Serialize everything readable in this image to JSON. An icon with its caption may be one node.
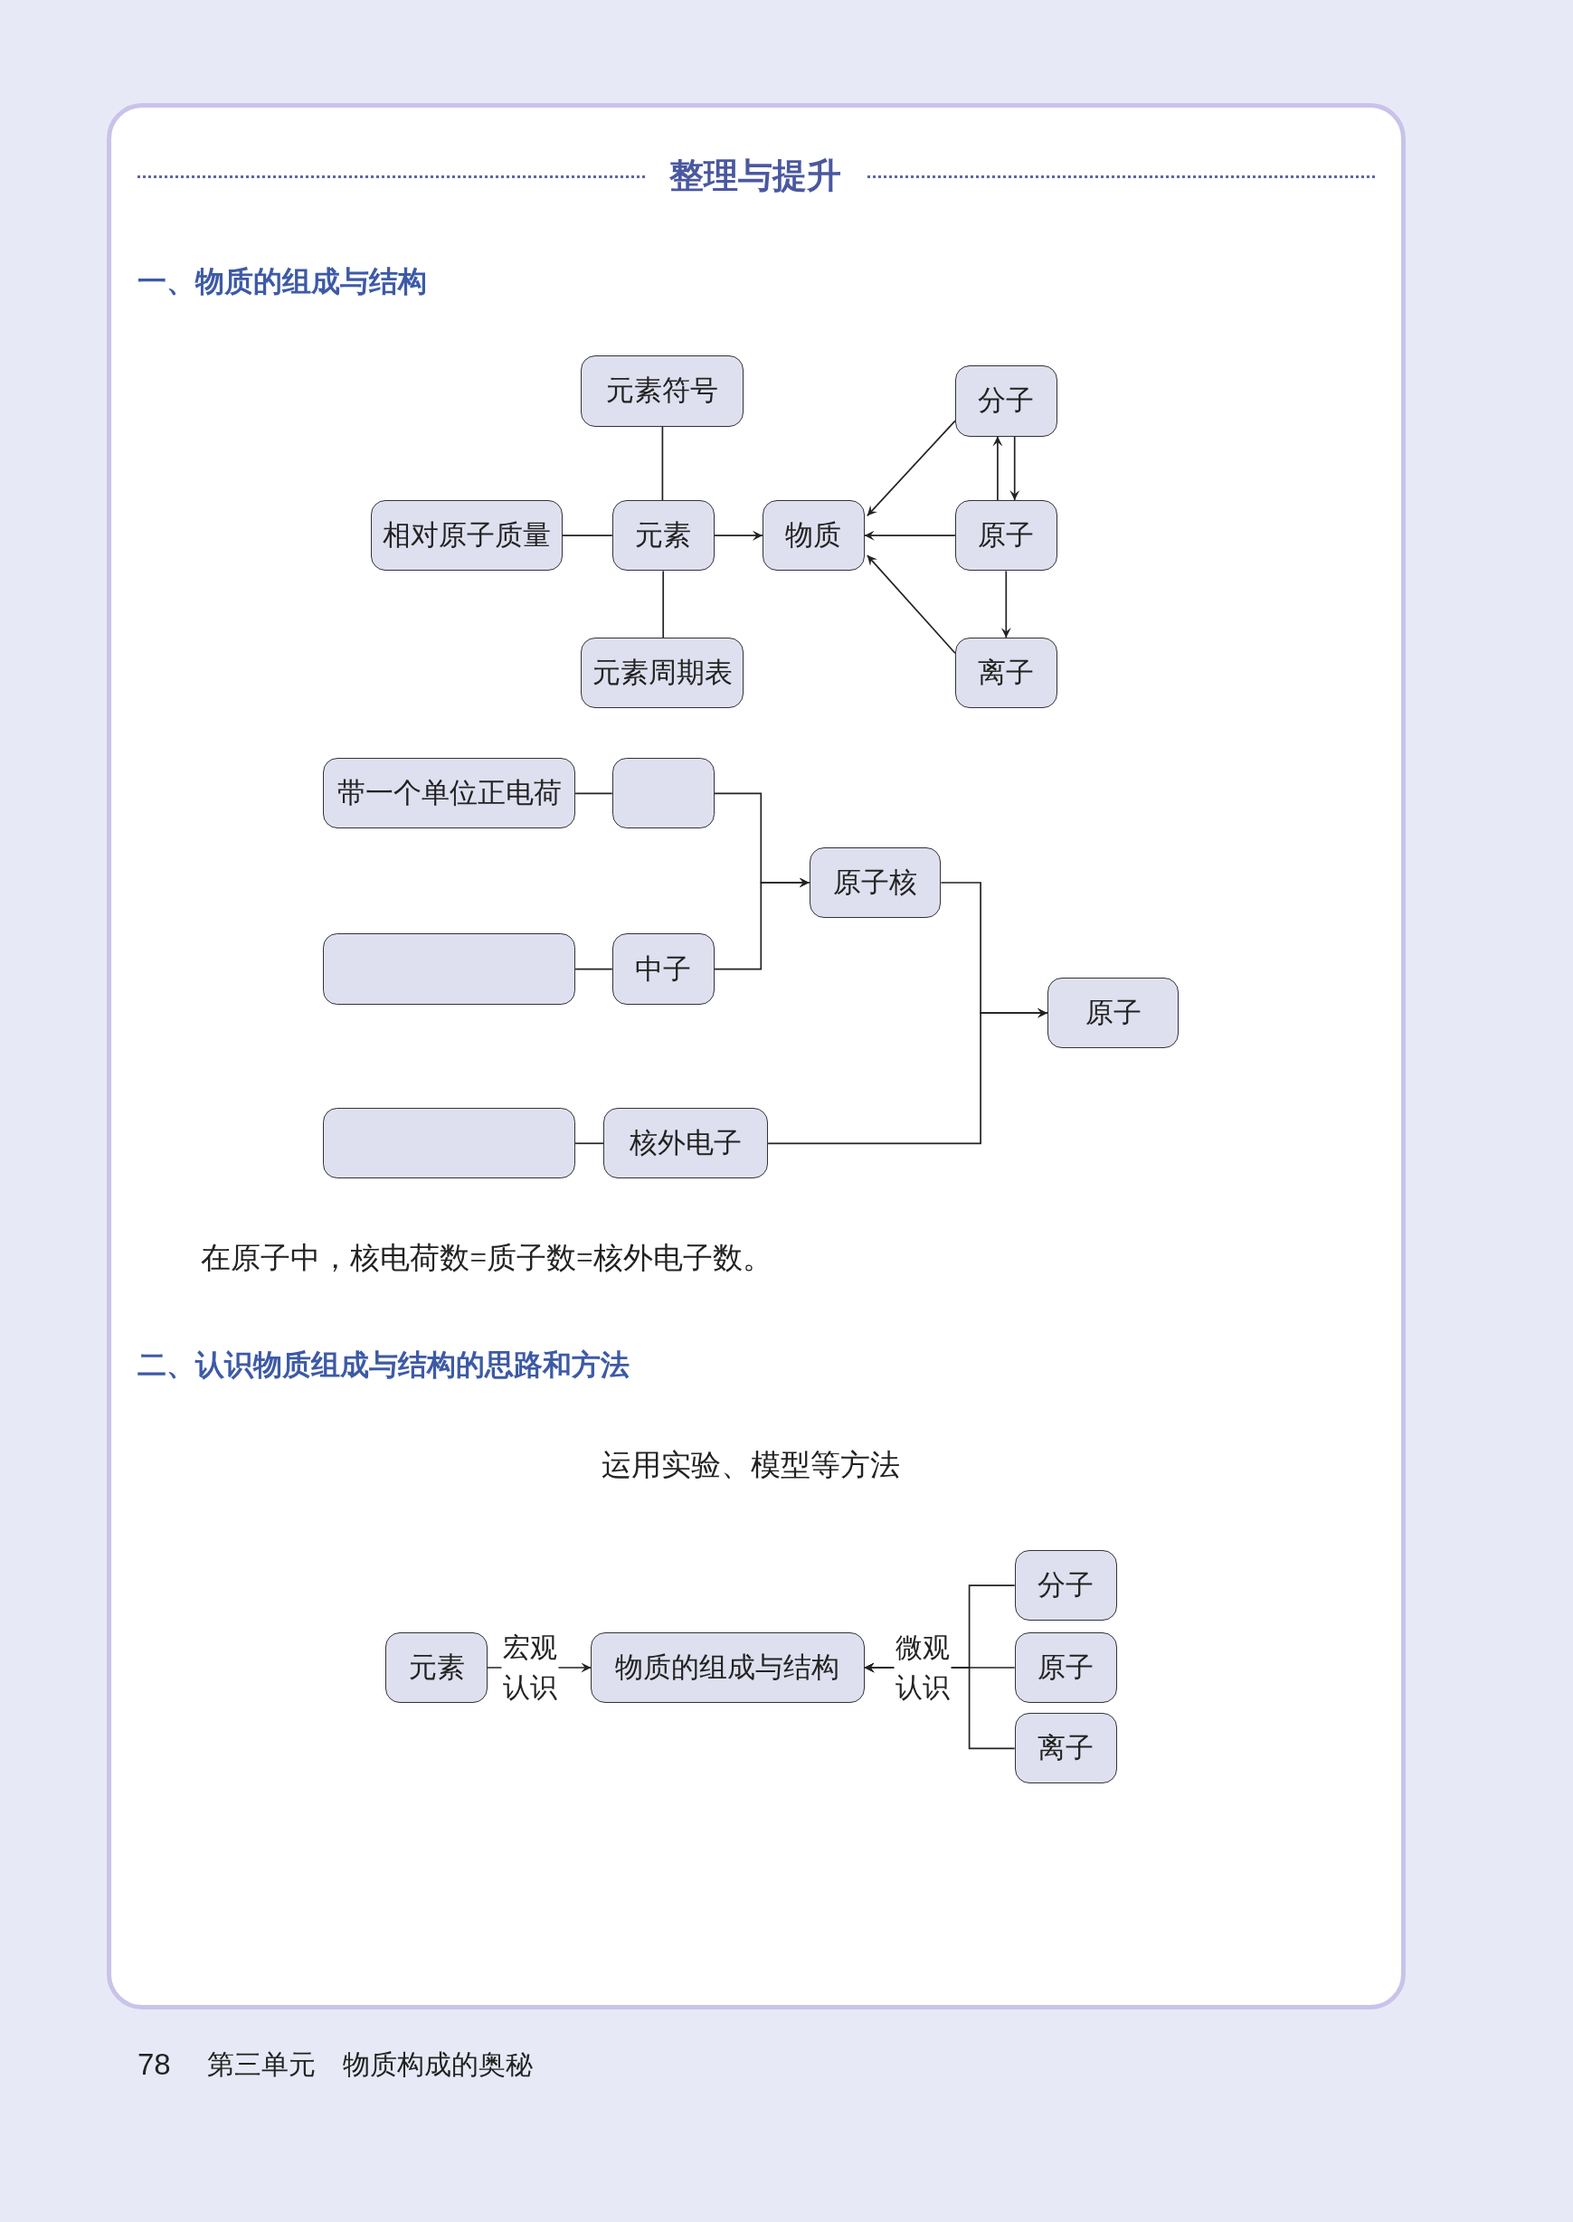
{
  "diagram": {
    "title": "整理与提升",
    "nodes": [
      {
        "text": [
          "元素符号"
        ]
      },
      {
        "text": [
          "分子"
        ]
      },
      {
        "text": [
          "相对原子质量"
        ]
      },
      {
        "text": [
          "元素"
        ]
      },
      {
        "text": [
          "物质"
        ]
      },
      {
        "text": [
          "原子"
        ]
      },
      {
        "text": [
          "元素周期表"
        ]
      },
      {
        "text": [
          "离子"
        ]
      },
      {
        "text": [
          "带一个单位正电荷"
        ]
      },
      {
        "text": [],
        "shape": "box"
      },
      {
        "text": [
          "原子核"
        ]
      },
      {
        "text": [],
        "shape": "box"
      },
      {
        "text": [
          "中子"
        ]
      },
      {
        "text": [
          "原子"
        ]
      },
      {
        "text": [],
        "shape": "box"
      },
      {
        "text": [
          "核外电子"
        ]
      },
      {
        "text": [
          "元素"
        ]
      },
      {
        "text": [
          "物质的组成与结构"
        ]
      },
      {
        "text": [
          "分子"
        ]
      },
      {
        "text": [
          "原子"
        ]
      },
      {
        "text": [
          "离子"
        ]
      }
    ],
    "edges": [
      {
        "from": 0,
        "to": 3,
        "arrow": "none"
      },
      {
        "from": 2,
        "to": 3,
        "arrow": "none"
      },
      {
        "from": 3,
        "to": 4,
        "arrow": "to"
      },
      {
        "from": 3,
        "to": 6,
        "arrow": "none"
      },
      {
        "from": 1,
        "to": 4,
        "arrow": "to"
      },
      {
        "from": 5,
        "to": 4,
        "arrow": "to"
      },
      {
        "from": 7,
        "to": 4,
        "arrow": "to"
      },
      {
        "from": 5,
        "to": 1,
        "arrow": "to"
      },
      {
        "from": 1,
        "to": 5,
        "arrow": "to"
      },
      {
        "from": 5,
        "to": 7,
        "arrow": "to"
      },
      {
        "from": 8,
        "to": 9,
        "arrow": "none"
      },
      {
        "from": 9,
        "to": 10,
        "arrow": "to"
      },
      {
        "from": 11,
        "to": 12,
        "arrow": "none"
      },
      {
        "from": 12,
        "to": 10,
        "arrow": "to"
      },
      {
        "from": 10,
        "to": 13,
        "arrow": "to"
      },
      {
        "from": 14,
        "to": 15,
        "arrow": "none"
      },
      {
        "from": 15,
        "to": 13,
        "arrow": "to"
      },
      {
        "from": 16,
        "to": 17,
        "arrow": "to",
        "label": "宏观认识"
      },
      {
        "from": 18,
        "to": 17,
        "arrow": "to"
      },
      {
        "from": 19,
        "to": 17,
        "arrow": "to",
        "label": "微观认识"
      },
      {
        "from": 20,
        "to": 17,
        "arrow": "to"
      }
    ],
    "labels": [
      "一、物质的组成与结构",
      "在原子中，核电荷数=质子数=核外电子数。",
      "二、认识物质组成与结构的思路和方法",
      "运用实验、模型等方法",
      "78",
      "第三单元　物质构成的奥秘"
    ]
  }
}
